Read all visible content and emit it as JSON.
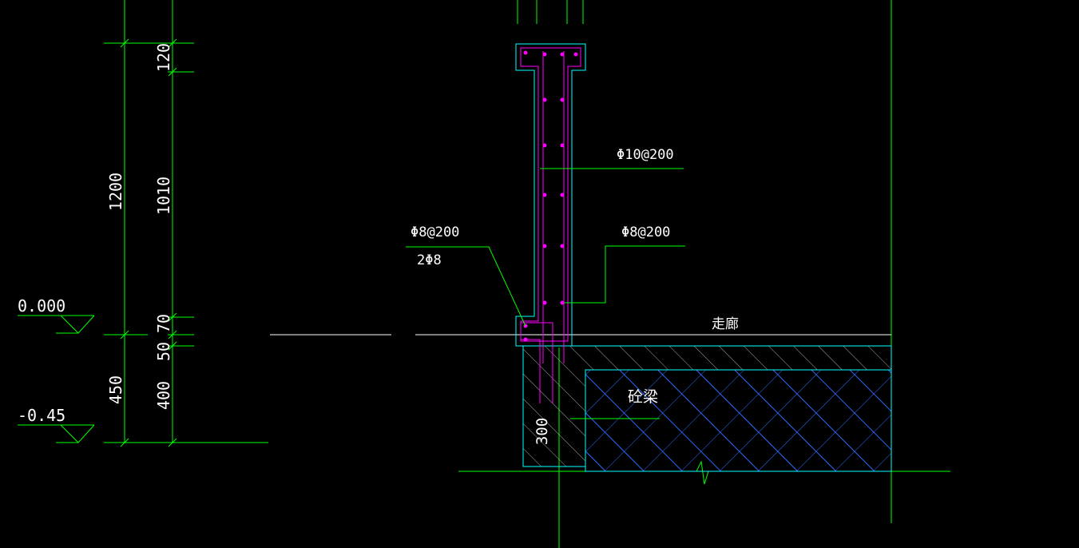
{
  "drawing": {
    "colors": {
      "background": "#000000",
      "dimension": "#00ff00",
      "concrete": "#00ffff",
      "rebar": "#ff00ff",
      "hatch": "#2a6cff",
      "text": "#ffffff",
      "ground": "#00ff00"
    },
    "dimensions_outer": {
      "total": "1200",
      "below": "450"
    },
    "dimensions_inner": {
      "cap": "120",
      "wall": "1010",
      "sill": "70",
      "slab": "50",
      "beam": "400"
    },
    "elevations": {
      "floor": "0.000",
      "lower": "-0.45"
    },
    "rebar_labels": {
      "vertical_left": "Φ8@200",
      "corner_bars": "2Φ8",
      "horizontal_top": "Φ10@200",
      "horizontal_right": "Φ8@200"
    },
    "annotations": {
      "corridor": "走廊",
      "beam": "砼梁",
      "beam_width": "300"
    }
  }
}
